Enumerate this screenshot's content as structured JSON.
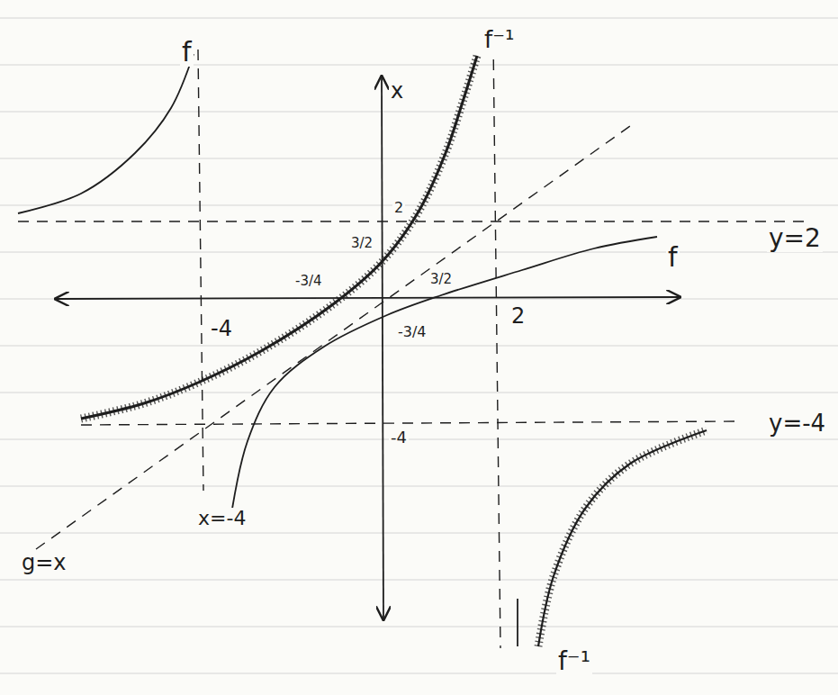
{
  "diagram": {
    "labels": [
      "f",
      "f⁻¹",
      "x",
      "2",
      "3/2",
      "-3/4",
      "3/2",
      "y=2",
      "f",
      "-4",
      "-3/4",
      "2",
      "y=-4",
      "-4",
      "x=-4",
      "g=x",
      "f⁻¹"
    ]
  }
}
